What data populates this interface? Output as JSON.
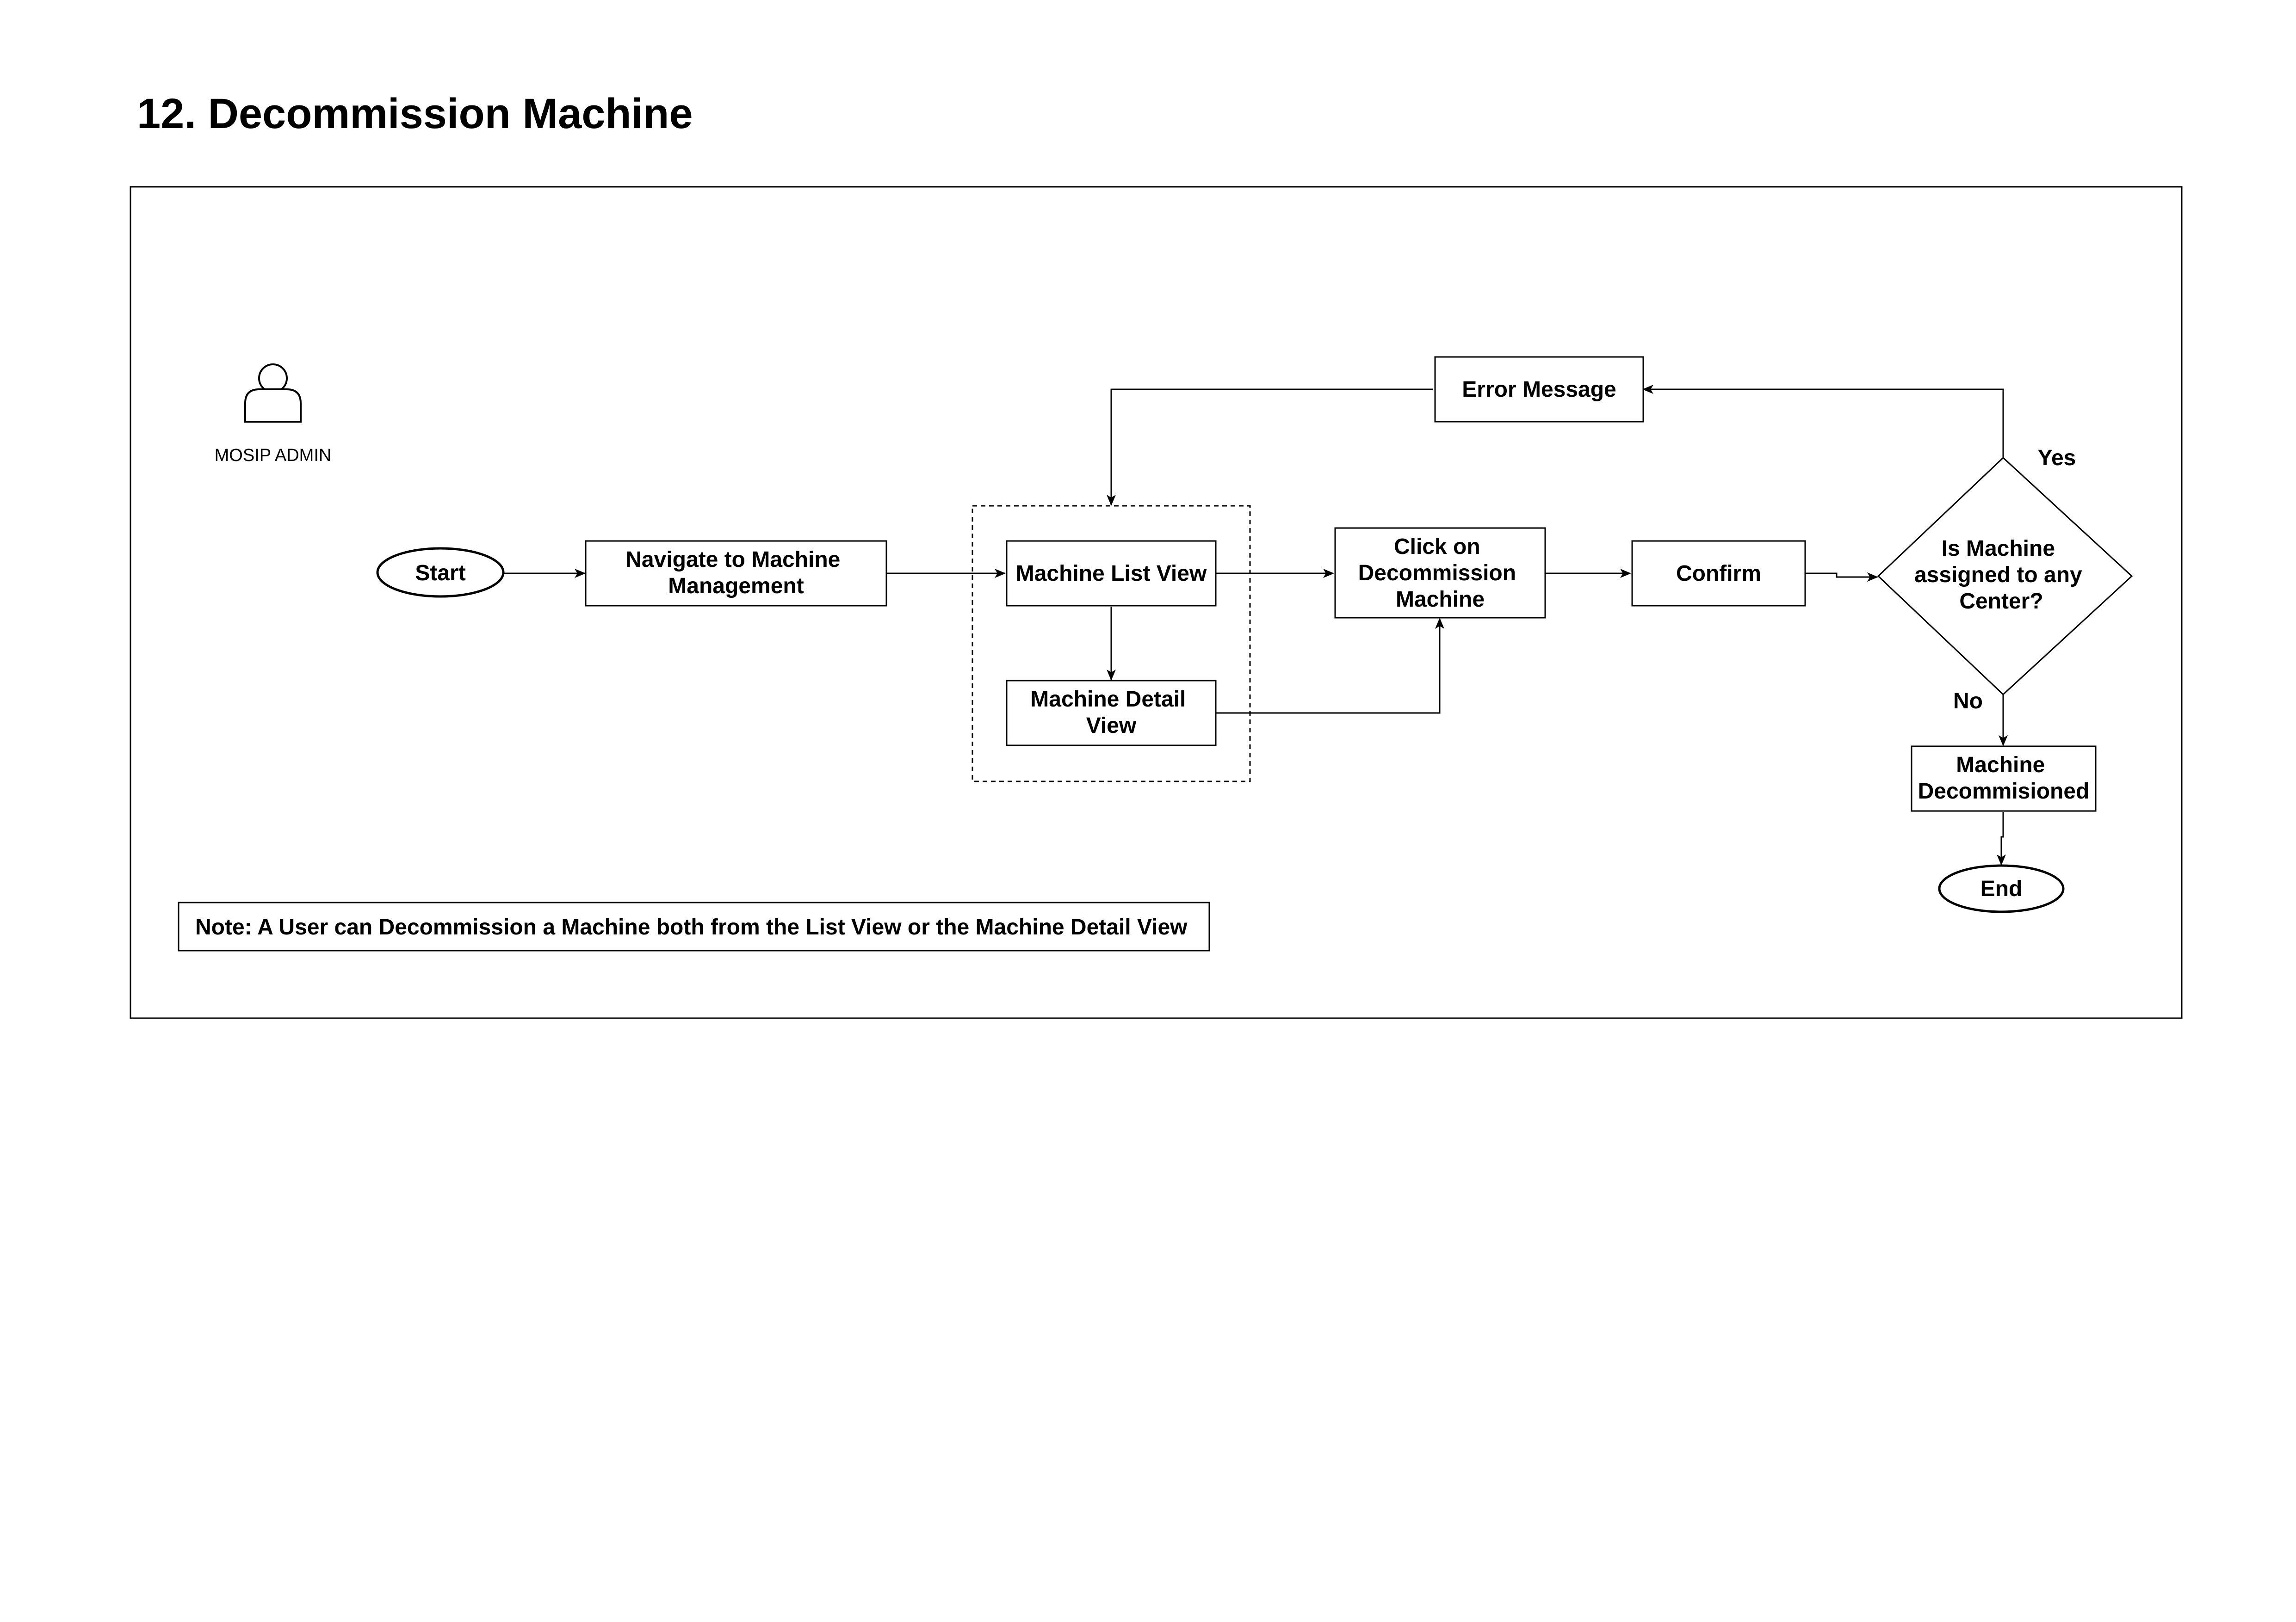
{
  "page": {
    "title": "12. Decommission Machine"
  },
  "actor": {
    "label": "MOSIP ADMIN",
    "icon": "user-icon"
  },
  "nodes": {
    "start": "Start",
    "navigate": [
      "Navigate to Machine",
      "Management"
    ],
    "list_view": "Machine List View",
    "detail_view": [
      "Machine Detail",
      "View"
    ],
    "click_decommission": [
      "Click on",
      "Decommission",
      "Machine"
    ],
    "confirm": "Confirm",
    "decision": [
      "Is Machine",
      "assigned to any",
      "Center?"
    ],
    "error": "Error Message",
    "decommissioned": [
      "Machine",
      "Decommisioned"
    ],
    "end": "End"
  },
  "edge_labels": {
    "yes": "Yes",
    "no": "No"
  },
  "note": "Note: A User can Decommission a Machine both from the List View or the Machine Detail View"
}
